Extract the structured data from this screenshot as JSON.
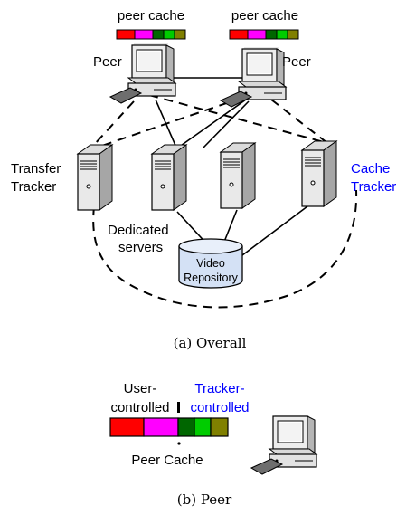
{
  "overall": {
    "peer_cache_left": "peer cache",
    "peer_cache_right": "peer cache",
    "peer_left": "Peer",
    "peer_right": "Peer",
    "transfer_tracker_line1": "Transfer",
    "transfer_tracker_line2": "Tracker",
    "cache_tracker_line1": "Cache",
    "cache_tracker_line2": "Tracker",
    "dedicated_line1": "Dedicated",
    "dedicated_line2": "servers",
    "repo_line1": "Video",
    "repo_line2": "Repository",
    "caption": "(a)  Overall"
  },
  "peer_view": {
    "user_line1": "User-",
    "user_line2": "controlled",
    "tracker_line1": "Tracker-",
    "tracker_line2": "controlled",
    "cache_label": "Peer Cache",
    "caption": "(b)  Peer"
  },
  "colors": {
    "cache_red": "#ff0000",
    "cache_magenta": "#ff00ff",
    "cache_dark_green": "#006600",
    "cache_green": "#00cc00",
    "cache_olive": "#808000",
    "tracker_blue": "#0000ff",
    "text_black": "#000000"
  },
  "icons": {
    "peer_computer": "desktop-computer-icon",
    "server": "tower-server-icon",
    "repository": "database-cylinder-icon"
  }
}
